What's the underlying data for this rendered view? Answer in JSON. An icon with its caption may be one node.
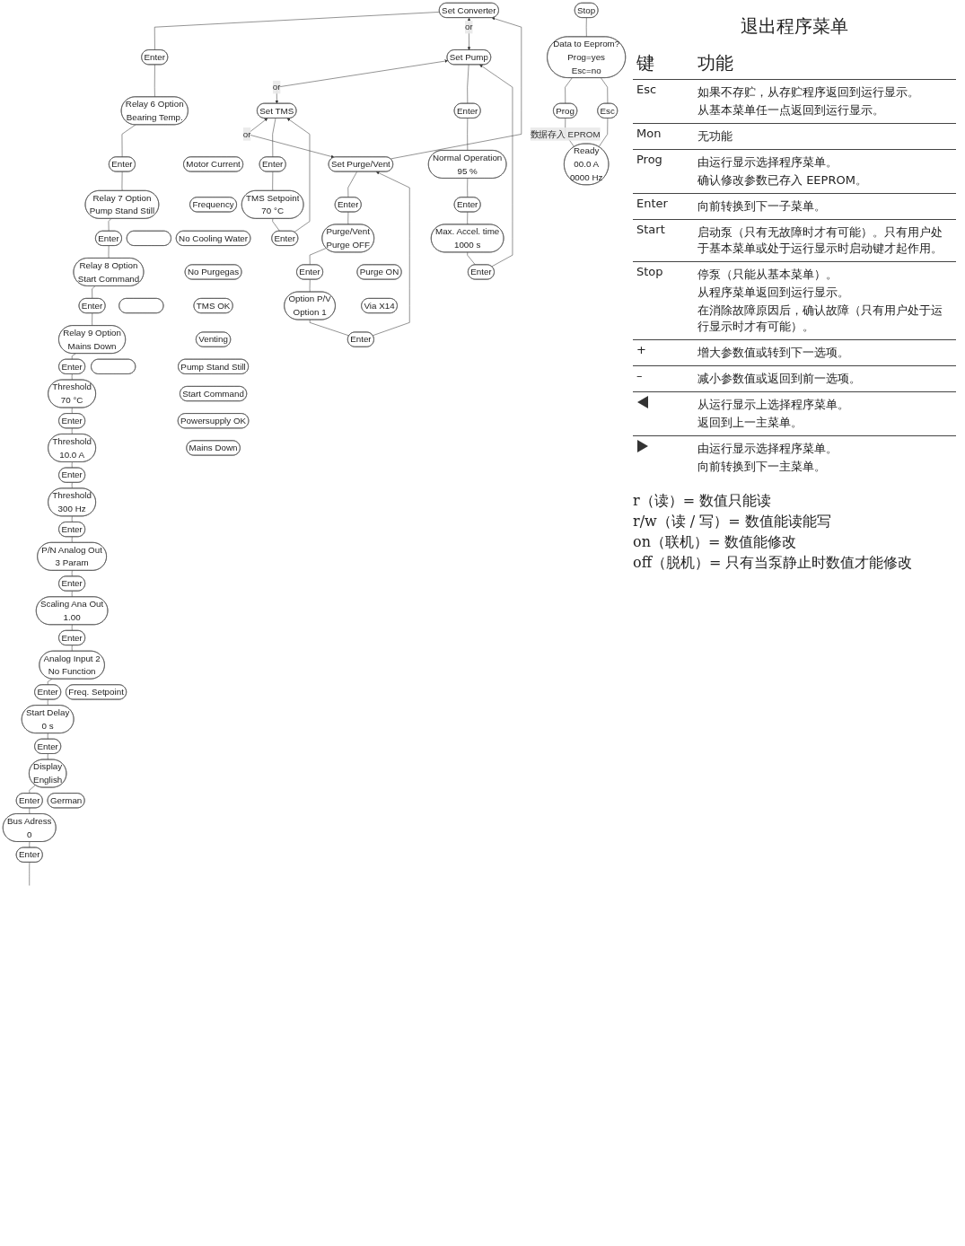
{
  "diagram": {
    "nodes": [
      {
        "text": [
          "Set Converter"
        ]
      },
      {
        "text": [
          "Enter"
        ]
      },
      {
        "text": [
          "Relay 6 Option",
          "Bearing Temp."
        ]
      },
      {
        "text": [
          "Motor Current"
        ]
      },
      {
        "text": [
          "Frequency"
        ]
      },
      {
        "text": [
          "No Cooling Water"
        ]
      },
      {
        "text": [
          "No Purgegas"
        ]
      },
      {
        "text": [
          "TMS OK"
        ]
      },
      {
        "text": [
          "Venting"
        ]
      },
      {
        "text": [
          "Pump Stand Still"
        ]
      },
      {
        "text": [
          "Start Command"
        ]
      },
      {
        "text": [
          "Powersupply OK"
        ]
      },
      {
        "text": [
          "Mains Down"
        ]
      },
      {
        "text": [
          "Enter"
        ]
      },
      {
        "text": [
          "Relay 7 Option",
          "Pump Stand Still"
        ]
      },
      {
        "text": [],
        "shape": "box"
      },
      {
        "text": [
          "Enter"
        ]
      },
      {
        "text": [
          "Relay 8 Option",
          "Start Command"
        ]
      },
      {
        "text": [],
        "shape": "box"
      },
      {
        "text": [
          "Enter"
        ]
      },
      {
        "text": [
          "Relay 9 Option",
          "Mains Down"
        ]
      },
      {
        "text": [],
        "shape": "box"
      },
      {
        "text": [
          "Enter"
        ]
      },
      {
        "text": [
          "Threshold",
          "70 °C"
        ]
      },
      {
        "text": [
          "Enter"
        ]
      },
      {
        "text": [
          "Threshold",
          "10.0 A"
        ]
      },
      {
        "text": [
          "Enter"
        ]
      },
      {
        "text": [
          "Threshold",
          "300 Hz"
        ]
      },
      {
        "text": [
          "Enter"
        ]
      },
      {
        "text": [
          "P/N Analog Out",
          "3 Param"
        ]
      },
      {
        "text": [
          "Enter"
        ]
      },
      {
        "text": [
          "Scaling Ana Out",
          "1.00"
        ]
      },
      {
        "text": [
          "Enter"
        ]
      },
      {
        "text": [
          "Analog Input 2",
          "No Function"
        ]
      },
      {
        "text": [
          "Freq. Setpoint"
        ]
      },
      {
        "text": [
          "Enter"
        ]
      },
      {
        "text": [
          "Start Delay",
          "0 s"
        ]
      },
      {
        "text": [
          "Enter"
        ]
      },
      {
        "text": [
          "Display",
          "English"
        ]
      },
      {
        "text": [
          "German"
        ]
      },
      {
        "text": [
          "Enter"
        ]
      },
      {
        "text": [
          "Bus Adress",
          "0"
        ]
      },
      {
        "text": [
          "Enter"
        ]
      },
      {
        "text": [
          "Set Pump"
        ]
      },
      {
        "text": [
          "Enter"
        ]
      },
      {
        "text": [
          "Normal Operation",
          "95 %"
        ]
      },
      {
        "text": [
          "Enter"
        ]
      },
      {
        "text": [
          "Max. Accel. time",
          "1000 s"
        ]
      },
      {
        "text": [
          "Enter"
        ]
      },
      {
        "text": [
          "Set TMS"
        ]
      },
      {
        "text": [
          "Enter"
        ]
      },
      {
        "text": [
          "TMS Setpoint",
          "70 °C"
        ]
      },
      {
        "text": [
          "Enter"
        ]
      },
      {
        "text": [
          "Set Purge/Vent"
        ]
      },
      {
        "text": [
          "Enter"
        ]
      },
      {
        "text": [
          "Purge/Vent",
          "Purge OFF"
        ]
      },
      {
        "text": [
          "Purge ON"
        ]
      },
      {
        "text": [
          "Via X14"
        ]
      },
      {
        "text": [
          "Enter"
        ]
      },
      {
        "text": [
          "Option P/V",
          "Option 1"
        ]
      },
      {
        "text": [
          "Enter"
        ]
      },
      {
        "text": [
          "Stop"
        ]
      },
      {
        "text": [
          "Data to Eeprom?",
          "Prog=yes",
          "Esc=no"
        ]
      },
      {
        "text": [
          "Prog"
        ]
      },
      {
        "text": [
          "Esc"
        ]
      },
      {
        "text": [
          "Ready",
          "00.0 A",
          "0000 Hz"
        ]
      }
    ],
    "edges": [
      {
        "from": 0,
        "to": 1,
        "arrow": "none"
      },
      {
        "from": 1,
        "to": 2,
        "arrow": "none"
      },
      {
        "from": 2,
        "to": 13,
        "arrow": "none"
      },
      {
        "from": 13,
        "to": 14,
        "arrow": "none"
      },
      {
        "from": 14,
        "to": 16,
        "arrow": "none"
      },
      {
        "from": 16,
        "to": 17,
        "arrow": "none"
      },
      {
        "from": 17,
        "to": 19,
        "arrow": "none"
      },
      {
        "from": 19,
        "to": 20,
        "arrow": "none"
      },
      {
        "from": 20,
        "to": 22,
        "arrow": "none"
      },
      {
        "from": 22,
        "to": 23,
        "arrow": "none"
      },
      {
        "from": 23,
        "to": 24,
        "arrow": "none"
      },
      {
        "from": 24,
        "to": 25,
        "arrow": "none"
      },
      {
        "from": 25,
        "to": 26,
        "arrow": "none"
      },
      {
        "from": 26,
        "to": 27,
        "arrow": "none"
      },
      {
        "from": 27,
        "to": 28,
        "arrow": "none"
      },
      {
        "from": 28,
        "to": 29,
        "arrow": "none"
      },
      {
        "from": 29,
        "to": 30,
        "arrow": "none"
      },
      {
        "from": 30,
        "to": 31,
        "arrow": "none"
      },
      {
        "from": 31,
        "to": 32,
        "arrow": "none"
      },
      {
        "from": 32,
        "to": 33,
        "arrow": "none"
      },
      {
        "from": 33,
        "to": 35,
        "arrow": "none"
      },
      {
        "from": 35,
        "to": 36,
        "arrow": "none"
      },
      {
        "from": 36,
        "to": 37,
        "arrow": "none"
      },
      {
        "from": 37,
        "to": 38,
        "arrow": "none"
      },
      {
        "from": 38,
        "to": 40,
        "arrow": "none"
      },
      {
        "from": 40,
        "to": 41,
        "arrow": "none"
      },
      {
        "from": 41,
        "to": 42,
        "arrow": "none"
      },
      {
        "from": 42,
        "to": null,
        "arrow": "none"
      },
      {
        "from": 0,
        "to": 43,
        "label": "or",
        "arrow": "both"
      },
      {
        "from": 43,
        "to": 49,
        "label": "or",
        "arrow": "both"
      },
      {
        "from": 49,
        "to": 53,
        "label": "or",
        "arrow": "both"
      },
      {
        "from": 53,
        "to": 0,
        "arrow": "to"
      },
      {
        "from": 43,
        "to": 44,
        "arrow": "none"
      },
      {
        "from": 44,
        "to": 45,
        "arrow": "none"
      },
      {
        "from": 45,
        "to": 46,
        "arrow": "none"
      },
      {
        "from": 46,
        "to": 47,
        "arrow": "none"
      },
      {
        "from": 47,
        "to": 48,
        "arrow": "none"
      },
      {
        "from": 48,
        "to": 43,
        "arrow": "to"
      },
      {
        "from": 49,
        "to": 50,
        "arrow": "none"
      },
      {
        "from": 50,
        "to": 51,
        "arrow": "none"
      },
      {
        "from": 51,
        "to": 52,
        "arrow": "none"
      },
      {
        "from": 52,
        "to": 49,
        "arrow": "to"
      },
      {
        "from": 53,
        "to": 54,
        "arrow": "none"
      },
      {
        "from": 54,
        "to": 55,
        "arrow": "none"
      },
      {
        "from": 55,
        "to": 58,
        "arrow": "none"
      },
      {
        "from": 58,
        "to": 59,
        "arrow": "none"
      },
      {
        "from": 59,
        "to": 60,
        "arrow": "none"
      },
      {
        "from": 60,
        "to": 53,
        "arrow": "to"
      },
      {
        "from": 61,
        "to": 62,
        "arrow": "none"
      },
      {
        "from": 62,
        "to": 63,
        "arrow": "none"
      },
      {
        "from": 62,
        "to": 64,
        "arrow": "none"
      },
      {
        "from": 63,
        "to": 65,
        "label": "数据存入 EPROM",
        "arrow": "none"
      },
      {
        "from": 64,
        "to": 65,
        "arrow": "none"
      }
    ],
    "labels": [
      "退出程序菜单",
      "键",
      "功能",
      "Esc",
      "如果不存贮，从存贮程序返回到运行显示。",
      "从基本菜单任一点返回到运行显示。",
      "Mon",
      "无功能",
      "Prog",
      "由运行显示选择程序菜单。",
      "确认修改参数已存入 EEPROM。",
      "Enter",
      "向前转换到下一子菜单。",
      "Start",
      "启动泵（只有无故障时才有可能）。只有用户处于基本菜单或处于运行显示时启动键才起作用。",
      "Stop",
      "停泵（只能从基本菜单）。",
      "从程序菜单返回到运行显示。",
      "在消除故障原因后，确认故障（只有用户处于运行显示时才有可能）。",
      "+",
      "增大参数值或转到下一选项。",
      "–",
      "减小参数值或返回到前一选项。",
      "从运行显示上选择程序菜单。",
      "返回到上一主菜单。",
      "由运行显示选择程序菜单。",
      "向前转换到下一主菜单。",
      "r（读）= 数值只能读",
      "r/w（读 / 写）= 数值能读能写",
      "on（联机）= 数值能修改",
      "off（脱机）= 只有当泵静止时数值才能修改"
    ]
  }
}
